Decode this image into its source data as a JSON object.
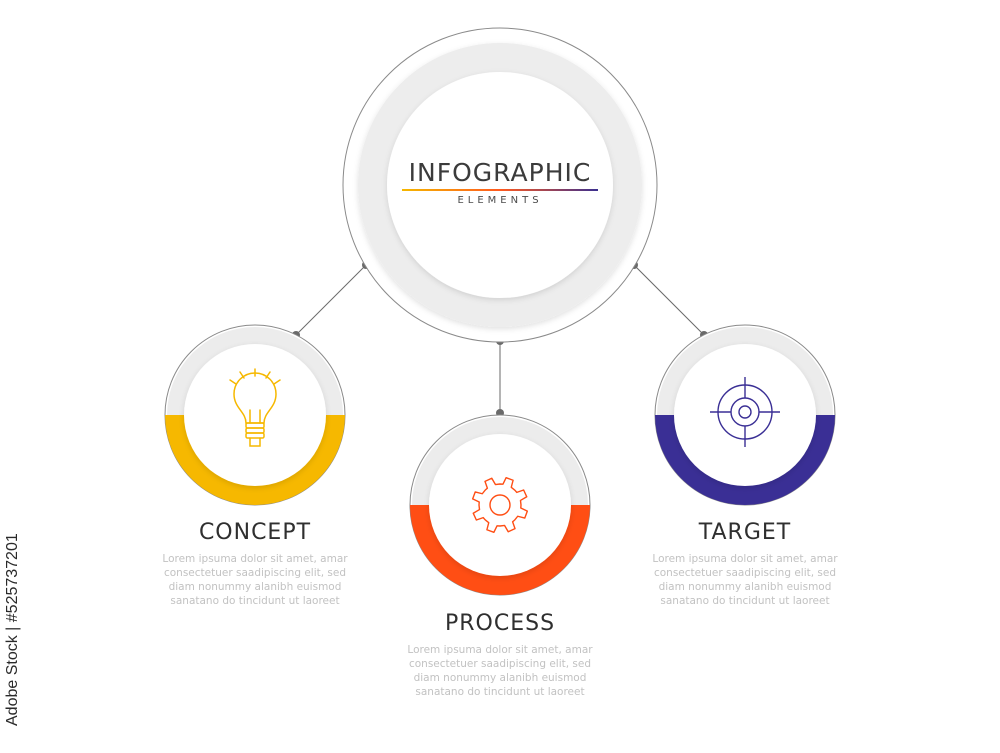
{
  "header": {
    "title": "INFOGRAPHIC",
    "subtitle": "ELEMENTS"
  },
  "steps": [
    {
      "title": "CONCEPT",
      "icon": "lightbulb-icon",
      "color": "#F6B800",
      "description": "Lorem ipsuma dolor sit amet, amar\nconsectetuer saadipiscing elit, sed\ndiam nonummy alanibh euismod\nsanatano do tincidunt ut laoreet"
    },
    {
      "title": "PROCESS",
      "icon": "gear-icon",
      "color": "#FF4E14",
      "description": "Lorem ipsuma dolor sit amet, amar\nconsectetuer saadipiscing elit, sed\ndiam nonummy alanibh euismod\nsanatano do tincidunt ut laoreet"
    },
    {
      "title": "TARGET",
      "icon": "crosshair-target-icon",
      "color": "#3A2F95",
      "description": "Lorem ipsuma dolor sit amet, amar\nconsectetuer saadipiscing elit, sed\ndiam nonummy alanibh euismod\nsanatano do tincidunt ut laoreet"
    }
  ],
  "watermark": "Adobe Stock | #525737201"
}
